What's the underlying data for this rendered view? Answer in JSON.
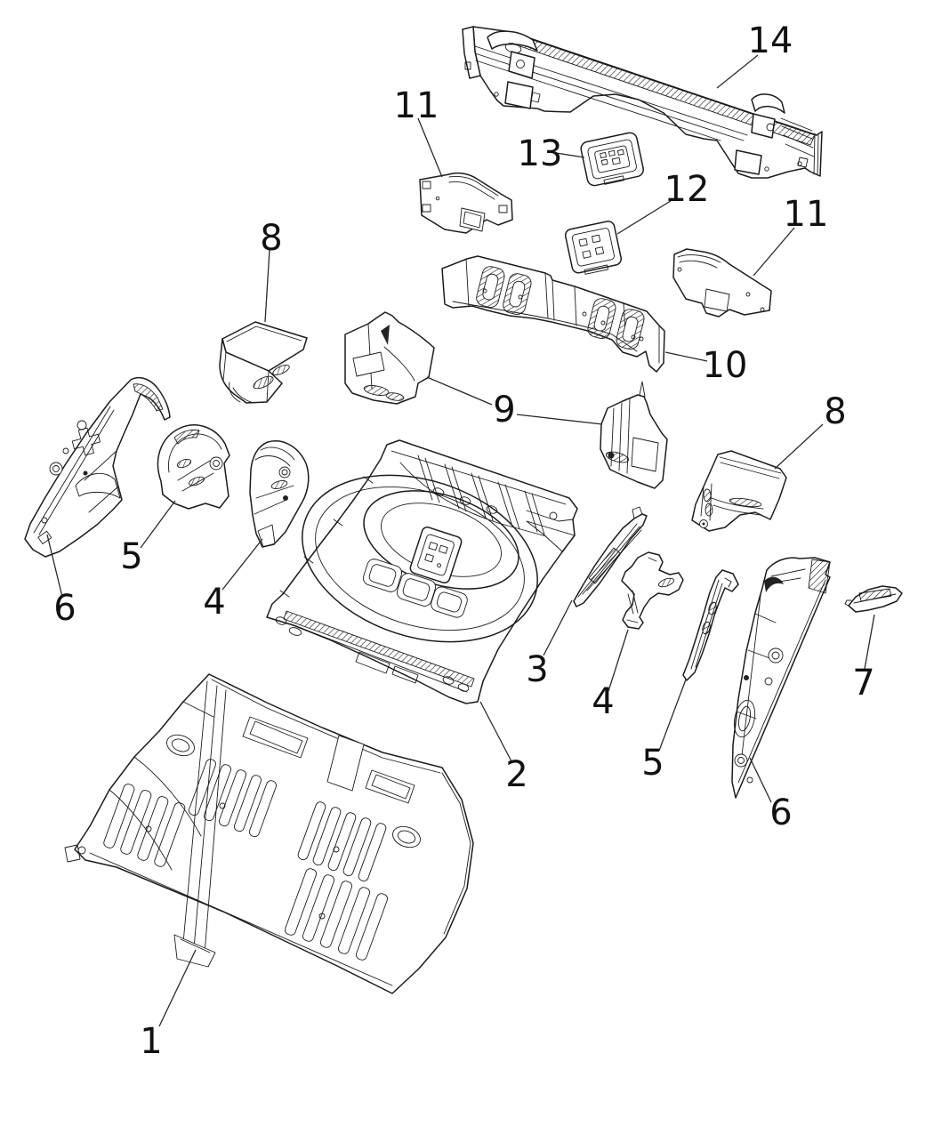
{
  "diagram": {
    "colors": {
      "background": "#ffffff",
      "line": "#1c1c1c",
      "label": "#111111"
    },
    "callouts": [
      {
        "id": "callout-14",
        "label": "14"
      },
      {
        "id": "callout-11-left",
        "label": "11"
      },
      {
        "id": "callout-13",
        "label": "13"
      },
      {
        "id": "callout-12",
        "label": "12"
      },
      {
        "id": "callout-11-right",
        "label": "11"
      },
      {
        "id": "callout-8-left",
        "label": "8"
      },
      {
        "id": "callout-10",
        "label": "10"
      },
      {
        "id": "callout-9",
        "label": "9"
      },
      {
        "id": "callout-8-right",
        "label": "8"
      },
      {
        "id": "callout-5-left",
        "label": "5"
      },
      {
        "id": "callout-4-left",
        "label": "4"
      },
      {
        "id": "callout-6-left",
        "label": "6"
      },
      {
        "id": "callout-3",
        "label": "3"
      },
      {
        "id": "callout-4-right",
        "label": "4"
      },
      {
        "id": "callout-5-right",
        "label": "5"
      },
      {
        "id": "callout-2",
        "label": "2"
      },
      {
        "id": "callout-6-right",
        "label": "6"
      },
      {
        "id": "callout-7",
        "label": "7"
      },
      {
        "id": "callout-1",
        "label": "1"
      }
    ]
  }
}
